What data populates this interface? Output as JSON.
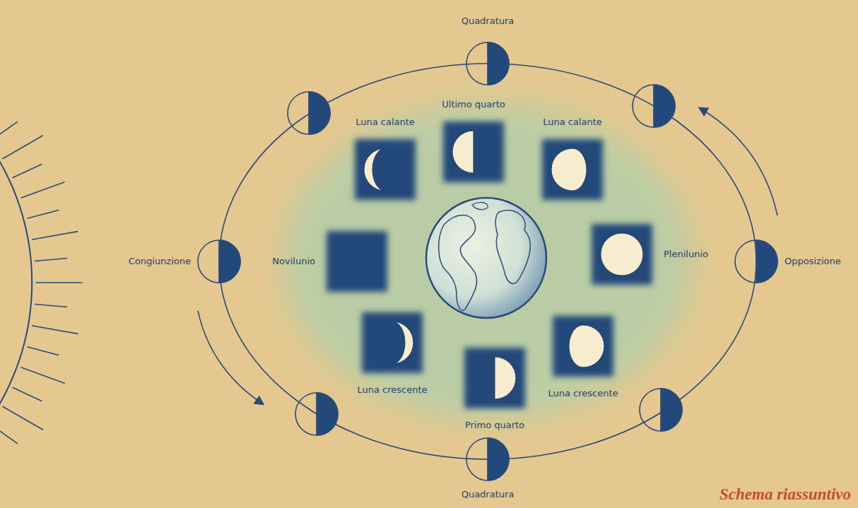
{
  "diagram": {
    "caption": "Schema riassuntivo",
    "nodes": [
      {
        "text": [
          "Quadratura"
        ]
      },
      {
        "text": [
          "Luna calante"
        ]
      },
      {
        "text": [
          "Ultimo quarto"
        ]
      },
      {
        "text": [
          "Luna calante"
        ]
      },
      {
        "text": [
          "Congiunzione"
        ]
      },
      {
        "text": [
          "Novilunio"
        ]
      },
      {
        "text": [
          "Plenilunio"
        ]
      },
      {
        "text": [
          "Opposizione"
        ]
      },
      {
        "text": [
          "Luna crescente"
        ]
      },
      {
        "text": [
          "Primo quarto"
        ]
      },
      {
        "text": [
          "Luna crescente"
        ]
      },
      {
        "text": [
          "Quadratura"
        ]
      }
    ]
  }
}
